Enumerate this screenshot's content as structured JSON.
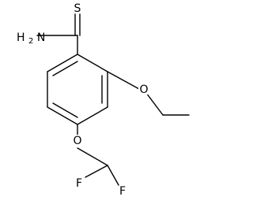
{
  "molecule": {
    "atoms": {
      "sulfur": "S",
      "amine": "H2N",
      "amine_h": "H",
      "amine_sub": "2",
      "amine_n": "N",
      "ethoxy_oxygen": "O",
      "difluoromethoxy_oxygen": "O",
      "fluorine_left": "F",
      "fluorine_right": "F"
    },
    "colors": {
      "bond": "#000000",
      "label": "#000000",
      "background": "#ffffff"
    }
  }
}
